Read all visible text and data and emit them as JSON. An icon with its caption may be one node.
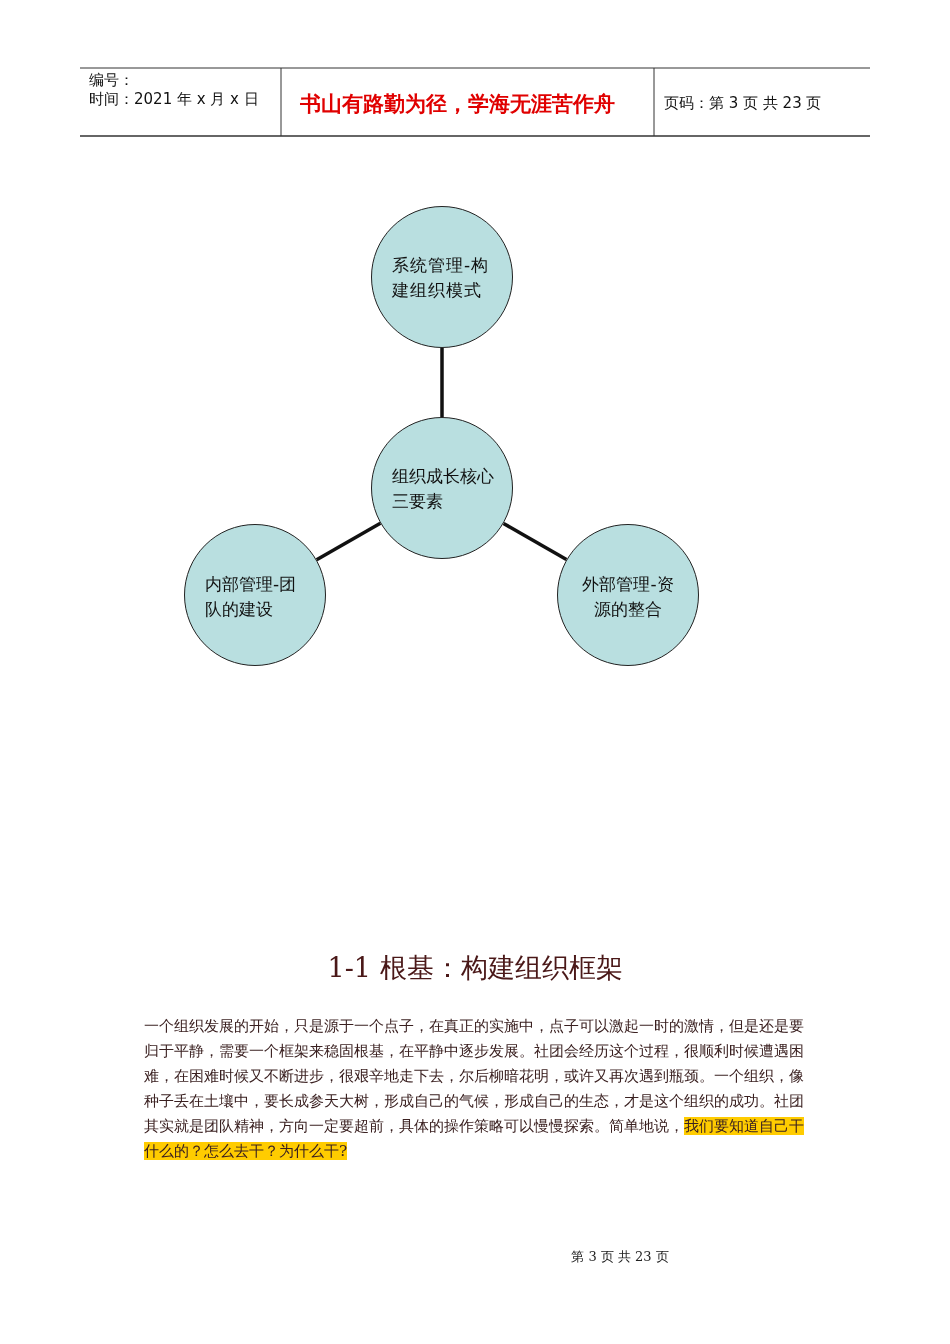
{
  "diagram": {
    "nodes": [
      {
        "text": [
          "系统管理-构建组织模式"
        ]
      },
      {
        "text": [
          "组织成长核心三要素"
        ]
      },
      {
        "text": [
          "内部管理-团队的建设"
        ]
      },
      {
        "text": [
          "外部管理-资源的整合"
        ]
      }
    ],
    "edges": [
      {
        "from": 1,
        "to": 0,
        "arrow": "none"
      },
      {
        "from": 1,
        "to": 2,
        "arrow": "none"
      },
      {
        "from": 1,
        "to": 3,
        "arrow": "none"
      }
    ],
    "labels": [
      "编号：",
      "时间：2021 年 x 月 x 日",
      "书山有路勤为径，学海无涯苦作舟",
      "页码：第 3 页 共 23 页",
      "1-1 根基：构建组织框架",
      "一个组织发展的开始，只是源于一个点子，在真正的实施中，点子可以激起一时的激情，但是还是要归于平静，需要一个框架来稳固根基，在平静中逐步发展。社团会经历这个过程，很顺利时候遭遇困难，在困难时候又不断进步，很艰辛地走下去，尔后柳暗花明，或许又再次遇到瓶颈。一个组织，像种子丢在土壤中，要长成参天大树，形成自己的气候，形成自己的生态，才是这个组织的成功。社团其实就是团队精神，方向一定要超前，具体的操作策略可以慢慢探索。简单地说，",
      "我们要知道自己干什么的？怎么去干？为什么干?",
      "第 3 页 共 23 页"
    ]
  }
}
